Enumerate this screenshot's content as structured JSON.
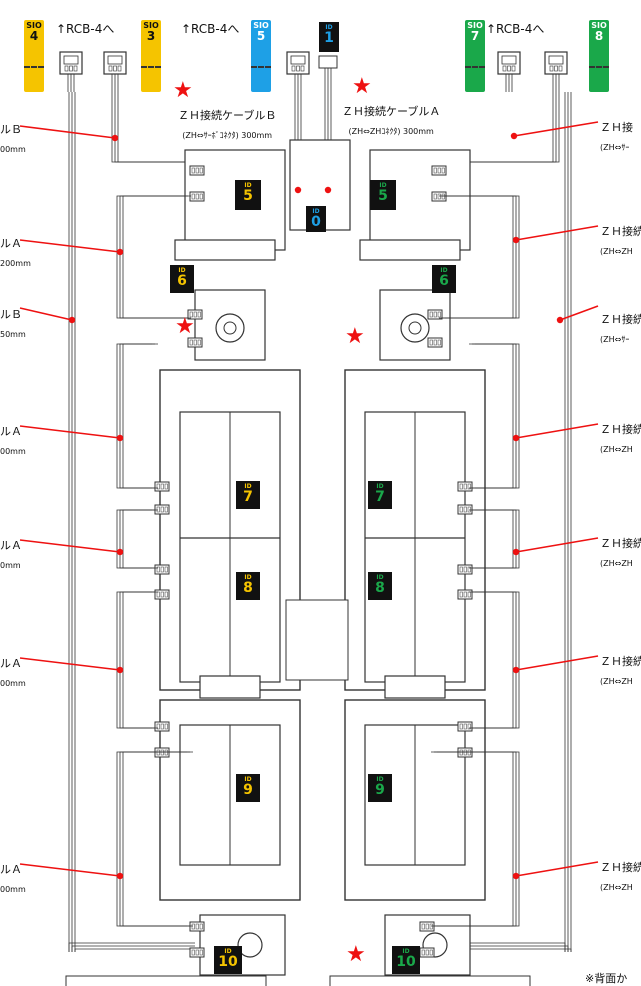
{
  "sio_tags": [
    {
      "label": "SIO",
      "num": "4",
      "color": "#f5c400",
      "text": "#111"
    },
    {
      "label": "SIO",
      "num": "3",
      "color": "#f5c400",
      "text": "#111"
    },
    {
      "label": "SIO",
      "num": "5",
      "color": "#1ea0e6",
      "text": "#fff"
    },
    {
      "label": "SIO",
      "num": "7",
      "color": "#1aa84a",
      "text": "#fff"
    },
    {
      "label": "SIO",
      "num": "8",
      "color": "#1aa84a",
      "text": "#fff"
    }
  ],
  "rcb_arrows": [
    "↑RCB-4へ",
    "↑RCB-4へ",
    "↑RCB-4へ"
  ],
  "id_boxes": [
    {
      "tag": "ID",
      "num": "1",
      "color": "#1ea0e6"
    },
    {
      "tag": "ID",
      "num": "0",
      "color": "#1ea0e6"
    },
    {
      "tag": "ID",
      "num": "5",
      "color": "#f5c400"
    },
    {
      "tag": "ID",
      "num": "5",
      "color": "#1aa84a"
    },
    {
      "tag": "ID",
      "num": "6",
      "color": "#f5c400"
    },
    {
      "tag": "ID",
      "num": "6",
      "color": "#1aa84a"
    },
    {
      "tag": "ID",
      "num": "7",
      "color": "#f5c400"
    },
    {
      "tag": "ID",
      "num": "7",
      "color": "#1aa84a"
    },
    {
      "tag": "ID",
      "num": "8",
      "color": "#f5c400"
    },
    {
      "tag": "ID",
      "num": "8",
      "color": "#1aa84a"
    },
    {
      "tag": "ID",
      "num": "9",
      "color": "#f5c400"
    },
    {
      "tag": "ID",
      "num": "9",
      "color": "#1aa84a"
    },
    {
      "tag": "ID",
      "num": "10",
      "color": "#f5c400"
    },
    {
      "tag": "ID",
      "num": "10",
      "color": "#1aa84a"
    }
  ],
  "top_labels": [
    {
      "line1": "ＺＨ接続ケーブルＢ",
      "line2": "(ZH⇔ｻｰﾎﾞｺﾈｸﾀ) 300mm"
    },
    {
      "line1": "ＺＨ接続ケーブルＡ",
      "line2": "(ZH⇔ZHｺﾈｸﾀ) 300mm"
    }
  ],
  "left_labels": [
    {
      "line1": "ルＢ",
      "line2": "00mm"
    },
    {
      "line1": "ルＡ",
      "line2": "200mm"
    },
    {
      "line1": "ルＢ",
      "line2": "50mm"
    },
    {
      "line1": "ルＡ",
      "line2": "00mm"
    },
    {
      "line1": "ルＡ",
      "line2": "0mm"
    },
    {
      "line1": "ルＡ",
      "line2": "00mm"
    },
    {
      "line1": "ルＡ",
      "line2": "00mm"
    }
  ],
  "right_labels": [
    {
      "line1": "ＺＨ接",
      "line2": "(ZH⇔ｻｰ"
    },
    {
      "line1": "ＺＨ接続",
      "line2": "(ZH⇔ZH"
    },
    {
      "line1": "ＺＨ接続",
      "line2": "(ZH⇔ｻｰ"
    },
    {
      "line1": "ＺＨ接続",
      "line2": "(ZH⇔ZH"
    },
    {
      "line1": "ＺＨ接続",
      "line2": "(ZH⇔ZH"
    },
    {
      "line1": "ＺＨ接続",
      "line2": "(ZH⇔ZH"
    },
    {
      "line1": "ＺＨ接続",
      "line2": "(ZH⇔ZH"
    }
  ],
  "bottom_note": "※背面か",
  "colors": {
    "marker": "#e11",
    "wire": "#333"
  }
}
